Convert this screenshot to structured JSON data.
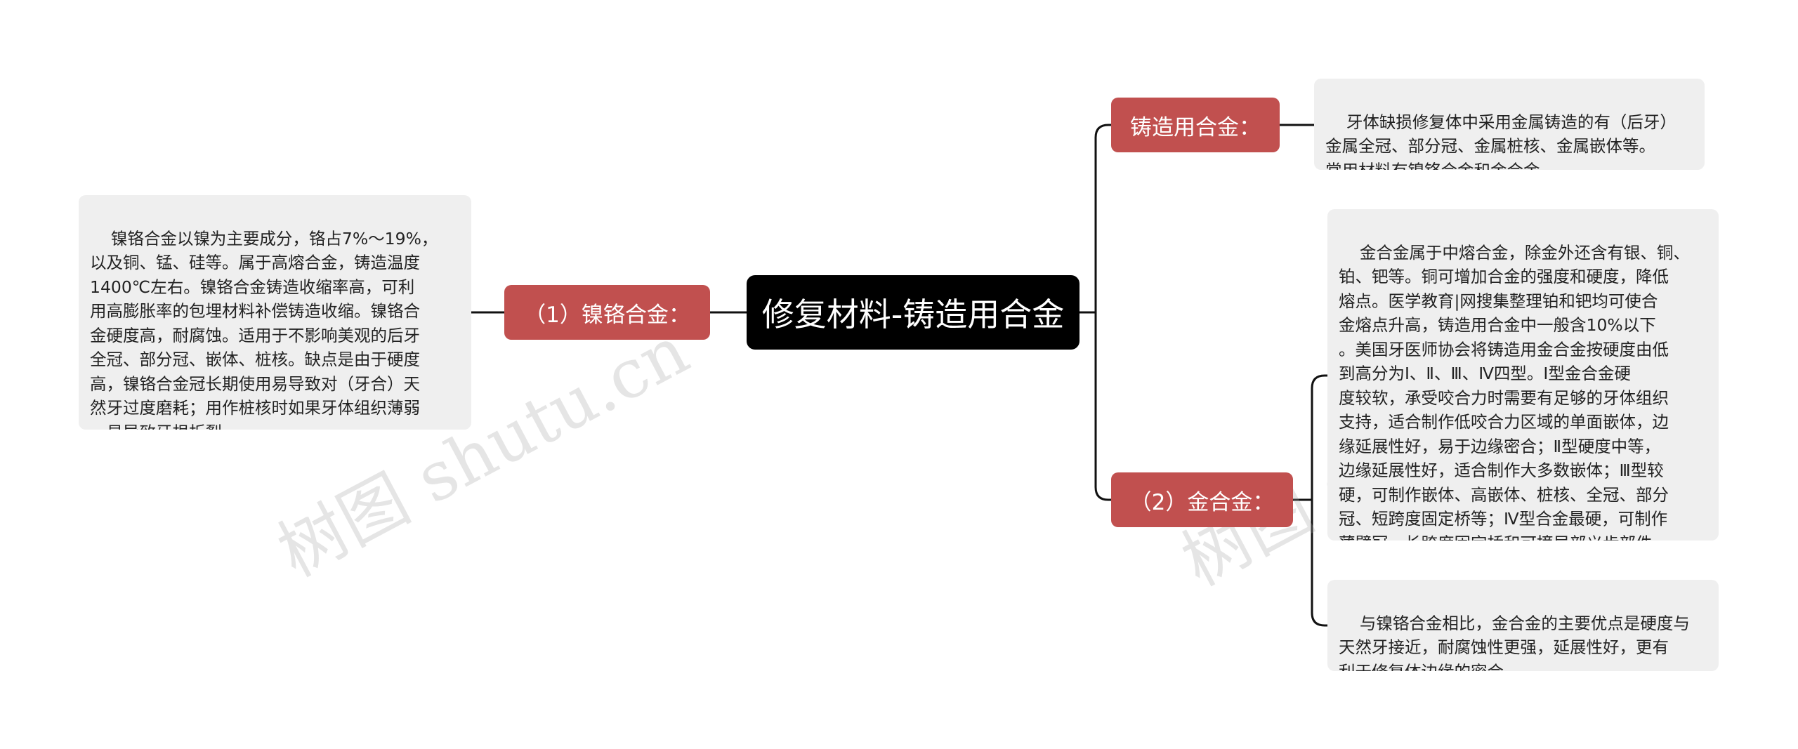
{
  "root": {
    "title": "修复材料-铸造用合金"
  },
  "branches": {
    "left": {
      "label": "（1）镍铬合金："
    },
    "cast": {
      "label": "铸造用合金："
    },
    "gold": {
      "label": "（2）金合金："
    }
  },
  "leaves": {
    "left": {
      "text": "镍铬合金以镍为主要成分，铬占7%～19%，\n以及铜、锰、硅等。属于高熔合金，铸造温度\n1400℃左右。镍铬合金铸造收缩率高，可利\n用高膨胀率的包埋材料补偿铸造收缩。镍铬合\n金硬度高，耐腐蚀。适用于不影响美观的后牙\n全冠、部分冠、嵌体、桩核。缺点是由于硬度\n高，镍铬合金冠长期使用易导致对（牙合）天\n然牙过度磨耗；用作桩核时如果牙体组织薄弱\n，易导致牙根折裂。"
    },
    "cast": {
      "text": "牙体缺损修复体中采用金属铸造的有（后牙）\n金属全冠、部分冠、金属桩核、金属嵌体等。\n常用材料有镍铬合金和金合金。"
    },
    "gold1": {
      "text": "金合金属于中熔合金，除金外还含有银、铜、\n铂、钯等。铜可增加合金的强度和硬度，降低\n熔点。医学教育|网搜集整理铂和钯均可使合\n金熔点升高，铸造用合金中一般含10%以下\n。美国牙医师协会将铸造用金合金按硬度由低\n到高分为Ⅰ、Ⅱ、Ⅲ、Ⅳ四型。Ⅰ型金合金硬\n度较软，承受咬合力时需要有足够的牙体组织\n支持，适合制作低咬合力区域的单面嵌体，边\n缘延展性好，易于边缘密合；Ⅱ型硬度中等，\n边缘延展性好，适合制作大多数嵌体；Ⅲ型较\n硬，可制作嵌体、高嵌体、桩核、全冠、部分\n冠、短跨度固定桥等；Ⅳ型合金最硬，可制作\n薄壁冠、长跨度固定桥和可摘局部义齿部件。"
    },
    "gold2": {
      "text": "与镍铬合金相比，金合金的主要优点是硬度与\n天然牙接近，耐腐蚀性更强，延展性好，更有\n利于修复体边缘的密合。"
    }
  },
  "watermark": {
    "text": "树图 shutu.cn"
  },
  "colors": {
    "root_bg": "#000000",
    "branch_bg": "#c1504f",
    "leaf_bg": "#efefef",
    "connector": "#111111"
  }
}
